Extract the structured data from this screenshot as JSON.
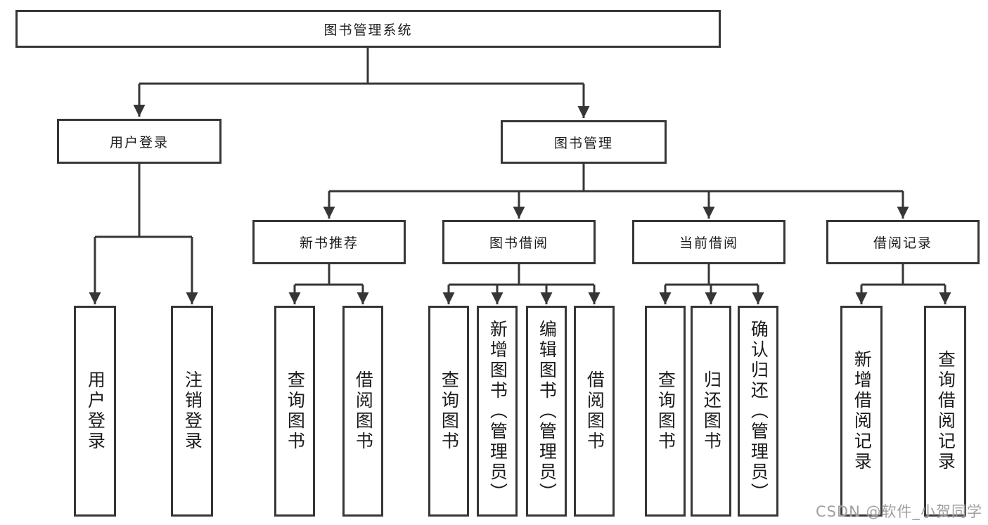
{
  "diagram": {
    "root": {
      "label": "图书管理系统"
    },
    "branches": [
      {
        "label": "用户登录",
        "children": [
          {
            "label": "用户登录"
          },
          {
            "label": "注销登录"
          }
        ]
      },
      {
        "label": "图书管理",
        "children": [
          {
            "label": "新书推荐",
            "children": [
              {
                "label": "查询图书"
              },
              {
                "label": "借阅图书"
              }
            ]
          },
          {
            "label": "图书借阅",
            "children": [
              {
                "label": "查询图书"
              },
              {
                "label": "新增图书（管理员）"
              },
              {
                "label": "编辑图书（管理员）"
              },
              {
                "label": "借阅图书"
              }
            ]
          },
          {
            "label": "当前借阅",
            "children": [
              {
                "label": "查询图书"
              },
              {
                "label": "归还图书"
              },
              {
                "label": "确认归还（管理员）"
              }
            ]
          },
          {
            "label": "借阅记录",
            "children": [
              {
                "label": "新增借阅记录"
              },
              {
                "label": "查询借阅记录"
              }
            ]
          }
        ]
      }
    ]
  },
  "watermark": {
    "text": "CSDN @软件_小贺同学"
  },
  "colors": {
    "line": "#363636",
    "box_border": "#363636",
    "box_background": "#ffffff",
    "text": "#1b1b1b",
    "watermark": "#9b9b9b",
    "background": "#ffffff"
  }
}
